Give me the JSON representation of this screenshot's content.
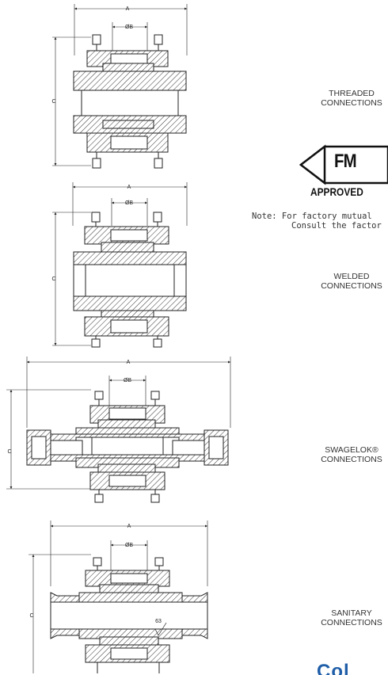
{
  "dimensions": {
    "a": "A",
    "b": "ØB",
    "c": "C",
    "surface_finish": "63"
  },
  "sections": [
    {
      "line1": "THREADED",
      "line2": "CONNECTIONS"
    },
    {
      "line1": "WELDED",
      "line2": "CONNECTIONS"
    },
    {
      "line1": "SWAGELOK®",
      "line2": "CONNECTIONS"
    },
    {
      "line1": "SANITARY",
      "line2": "CONNECTIONS"
    }
  ],
  "fm_badge": {
    "mark": "FM",
    "text": "APPROVED"
  },
  "note": {
    "line1": "Note: For factory mutual",
    "line2": "Consult the factor"
  },
  "brand": "Col",
  "colors": {
    "line": "#222222",
    "hatch": "#444444",
    "brand": "#1f5ea8"
  }
}
